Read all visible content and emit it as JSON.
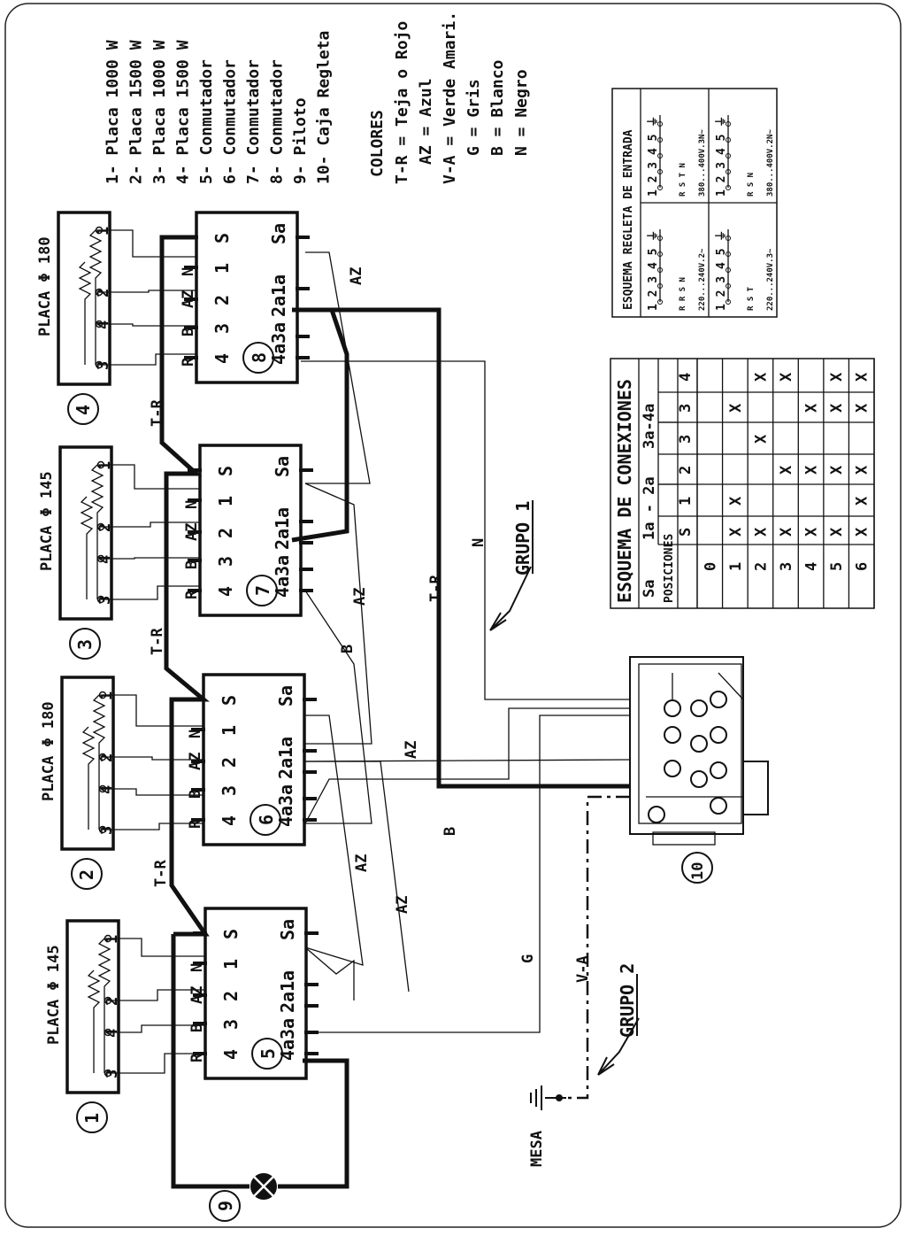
{
  "legend": {
    "items": [
      "1- Placa 1000 W",
      "2- Placa 1500 W",
      "3- Placa 1000 W",
      "4- Placa 1500 W",
      "5- Conmutador",
      "6- Conmutador",
      "7- Conmutador",
      "8- Conmutador",
      "9- Piloto",
      "10- Caja Regleta"
    ]
  },
  "colors": {
    "title": "COLORES",
    "items": [
      "T-R = Teja o Rojo",
      "AZ = Azul",
      "V-A = Verde Amari.",
      "G = Gris",
      "B = Blanco",
      "N = Negro"
    ]
  },
  "plates": [
    {
      "label": "PLACA Φ 145",
      "num": "1"
    },
    {
      "label": "PLACA Φ 180",
      "num": "2"
    },
    {
      "label": "PLACA Φ 145",
      "num": "3"
    },
    {
      "label": "PLACA Φ 180",
      "num": "4"
    }
  ],
  "switches": [
    {
      "num": "5"
    },
    {
      "num": "6"
    },
    {
      "num": "7"
    },
    {
      "num": "8"
    }
  ],
  "switch_terminals": {
    "left": [
      "S",
      "1",
      "2",
      "3",
      "4"
    ],
    "right": [
      "Sa",
      "1a",
      "2a",
      "3a",
      "4a"
    ]
  },
  "plate_terminals": [
    "1",
    "2",
    "4",
    "3"
  ],
  "wire_letters": {
    "n": "N",
    "az": "AZ",
    "b": "B",
    "r": "R"
  },
  "wire_labels": {
    "tr": "T-R",
    "az": "AZ",
    "b": "B",
    "n": "N",
    "g": "G",
    "va": "V-A",
    "grupo1": "GRUPO 1",
    "grupo2": "GRUPO 2",
    "mesa": "MESA",
    "pilot": "9",
    "box": "10"
  },
  "regleta": {
    "title": "ESQUEMA REGLETA DE ENTRADA",
    "cells": [
      {
        "nums": "1 2 3 4 5 ⏚",
        "letters": "R  R  S  N",
        "volt": "220...240V.2~"
      },
      {
        "nums": "1 2 3 4 5 ⏚",
        "letters": "R  S  T",
        "volt": "220...240V.3~"
      },
      {
        "nums": "1 2 3 4 5 ⏚",
        "letters": "R S T  N",
        "volt": "380...400V.3N~"
      },
      {
        "nums": "1 2 3 4 5 ⏚",
        "letters": "R  S  N",
        "volt": "380...400V.2N~"
      }
    ]
  },
  "connections": {
    "title": "ESQUEMA DE CONEXIONES",
    "group_headers": [
      "Sa",
      "1a - 2a",
      "3a-4a"
    ],
    "sub_headers": [
      "S",
      "1",
      "2",
      "3",
      "3",
      "4"
    ],
    "row_header": "POSICIONES",
    "positions": [
      "0",
      "1",
      "2",
      "3",
      "4",
      "5",
      "6"
    ],
    "marks": [
      [
        "",
        "",
        "",
        "",
        "",
        ""
      ],
      [
        "X",
        "X",
        "",
        "",
        "X",
        ""
      ],
      [
        "X",
        "",
        "",
        "X",
        "",
        "X"
      ],
      [
        "X",
        "",
        "X",
        "",
        "",
        "X"
      ],
      [
        "X",
        "",
        "X",
        "",
        "X",
        ""
      ],
      [
        "X",
        "",
        "X",
        "",
        "X",
        "X"
      ],
      [
        "X",
        "X",
        "X",
        "",
        "X",
        "X"
      ]
    ]
  }
}
